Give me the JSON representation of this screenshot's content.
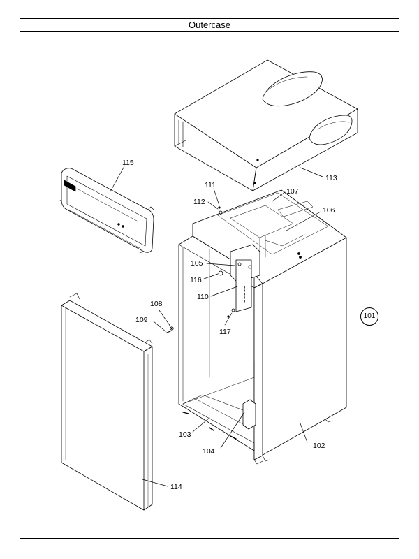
{
  "title": "Outercase",
  "reference_number": "101",
  "callouts": {
    "c102": "102",
    "c103": "103",
    "c104": "104",
    "c105": "105",
    "c106": "106",
    "c107": "107",
    "c108": "108",
    "c109": "109",
    "c110": "110",
    "c111": "111",
    "c112": "112",
    "c113": "113",
    "c114": "114",
    "c115": "115",
    "c116": "116",
    "c117": "117"
  }
}
